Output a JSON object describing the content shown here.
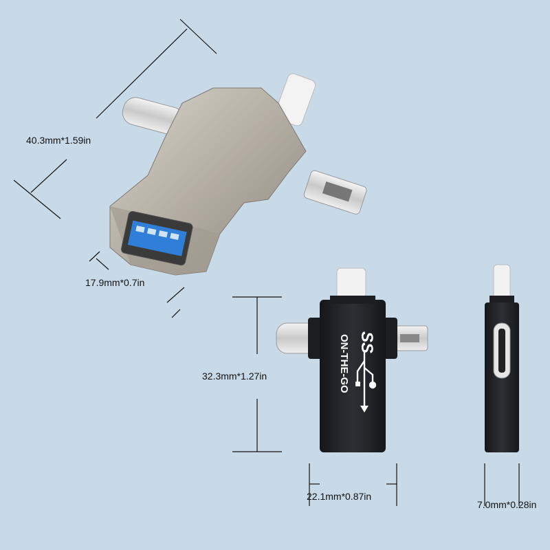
{
  "dimensions": {
    "length": "40.3mm*1.59in",
    "usb_port_width": "17.9mm*0.7in",
    "height": "32.3mm*1.27in",
    "width": "22.1mm*0.87in",
    "thickness": "7.0mm*0.28in"
  },
  "product_markings": {
    "logo": "SS",
    "text": "ON-THE-GO"
  },
  "colors": {
    "background": "#c8dae8",
    "silver_body": "#b8b2a8",
    "black_body": "#24272b",
    "usb_blue": "#2f7fd8"
  }
}
